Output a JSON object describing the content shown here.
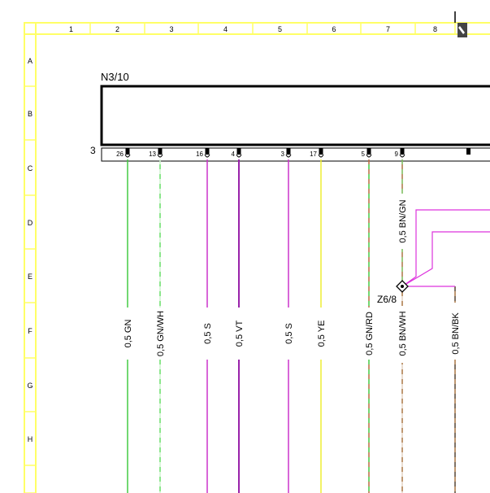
{
  "frame": {
    "col_labels": [
      "1",
      "2",
      "3",
      "4",
      "5",
      "6",
      "7",
      "8"
    ],
    "row_labels": [
      "A",
      "B",
      "C",
      "D",
      "E",
      "F",
      "G",
      "H"
    ],
    "frame_color": "#ffff66"
  },
  "component": {
    "label": "N3/10",
    "connector_label": "3"
  },
  "pins": [
    "26",
    "13",
    "16",
    "4",
    "3",
    "17",
    "5",
    "9"
  ],
  "wires": [
    {
      "label": "0,5 GN",
      "color": "#44cc44",
      "color2": null
    },
    {
      "label": "0,5 GN/WH",
      "color": "#66dd66",
      "color2": "#ffffff"
    },
    {
      "label": "0,5 S",
      "color": "#cc33cc",
      "color2": null
    },
    {
      "label": "0,5 VT",
      "color": "#9922aa",
      "color2": null
    },
    {
      "label": "0,5 S",
      "color": "#cc33cc",
      "color2": null
    },
    {
      "label": "0,5 YE",
      "color": "#eeee33",
      "color2": null
    },
    {
      "label": "0,5 GN/RD",
      "color": "#44cc44",
      "color2": "#ee4444"
    },
    {
      "label": "0,5 BN/WH",
      "color": "#aa7744",
      "color2": "#ffffff"
    },
    {
      "label": "0,5 BN/BK",
      "color": "#aa7744",
      "color2": "#333333"
    }
  ],
  "upper_wire_label": "0,5 BN/GN",
  "splice_label": "Z6/8",
  "corner_icon": "pencil-icon",
  "magenta": "#dd33dd"
}
